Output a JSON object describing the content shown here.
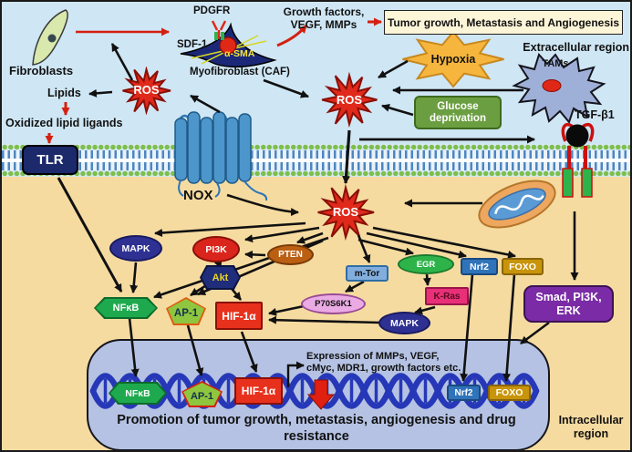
{
  "regions": {
    "extracellular": "Extracellular region",
    "intracellular": "Intracellular region"
  },
  "cells": {
    "fibroblasts": "Fibroblasts",
    "myofibroblast": "Myofibroblast (CAF)",
    "tams": "TAMs"
  },
  "receptors": {
    "pdgfr": "PDGFR",
    "sdf1": "SDF-1",
    "alpha_sma": "α-SMA",
    "tlr": "TLR",
    "nox": "NOX",
    "tgfb1": "TGF-β1"
  },
  "stimuli": {
    "ros": "ROS",
    "hypoxia": "Hypoxia",
    "glucose_deprivation": "Glucose deprivation",
    "lipids": "Lipids",
    "oxidized_lipid_ligands": "Oxidized lipid ligands"
  },
  "secreted": {
    "line1": "Growth factors,",
    "line2": "VEGF, MMPs"
  },
  "outcome_box": "Tumor growth, Metastasis and Angiogenesis",
  "signaling": {
    "mapk": "MAPK",
    "pi3k": "PI3K",
    "pten": "PTEN",
    "akt": "Akt",
    "mtor": "m-Tor",
    "p70s6k1": "P70S6K1",
    "egr": "EGR",
    "kras": "K-Ras",
    "mapk2": "MAPK",
    "nrf2": "Nrf2",
    "foxo": "FOXO",
    "smad_pi3k_erk": "Smad, PI3K, ERK",
    "nfkb": "NFκB",
    "ap1": "AP-1",
    "hif1a": "HIF-1α"
  },
  "nucleus_text": {
    "expression_line1": "Expression of MMPs, VEGF,",
    "expression_line2": "cMyc, MDR1, growth factors etc.",
    "promotion": "Promotion of tumor growth, metastasis, angiogenesis and drug resistance"
  },
  "colors": {
    "ros_red": "#e0291b",
    "hypoxia_yellow": "#f6b63e",
    "glucose_green": "#6b9e40",
    "nucleus_blue": "#b5c2e3",
    "extracellular_blue": "#cfe6f4",
    "cytoplasm_tan": "#f6dba0",
    "dna_blue": "#2638b8",
    "smad_purple": "#7a2ba5",
    "navy": "#2e3192"
  }
}
